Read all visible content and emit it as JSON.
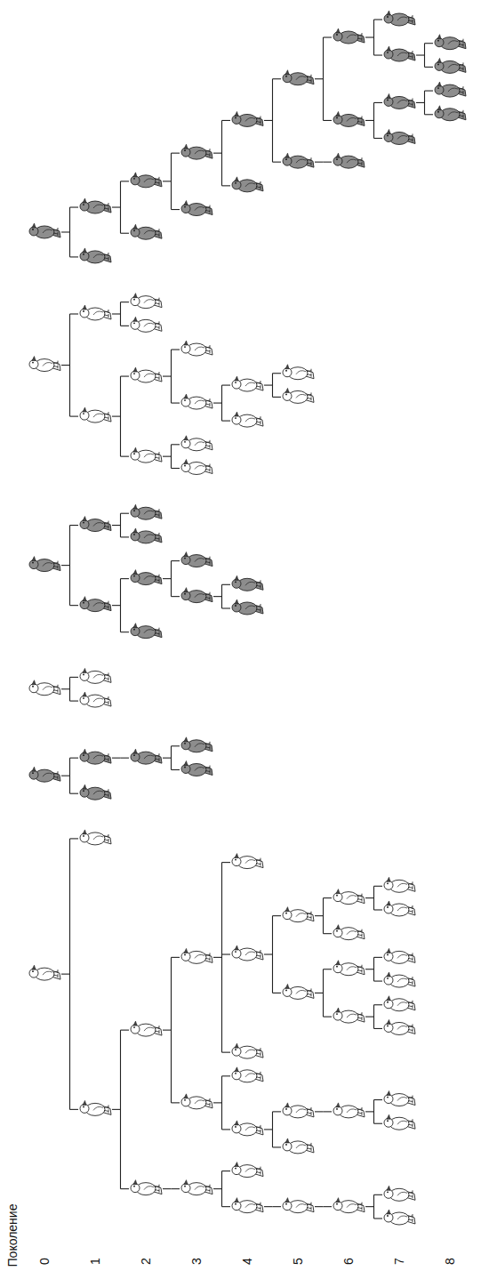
{
  "diagram": {
    "labels": [
      "Поколение",
      "0",
      "1",
      "2",
      "3",
      "4",
      "5",
      "6",
      "7",
      "8"
    ]
  }
}
